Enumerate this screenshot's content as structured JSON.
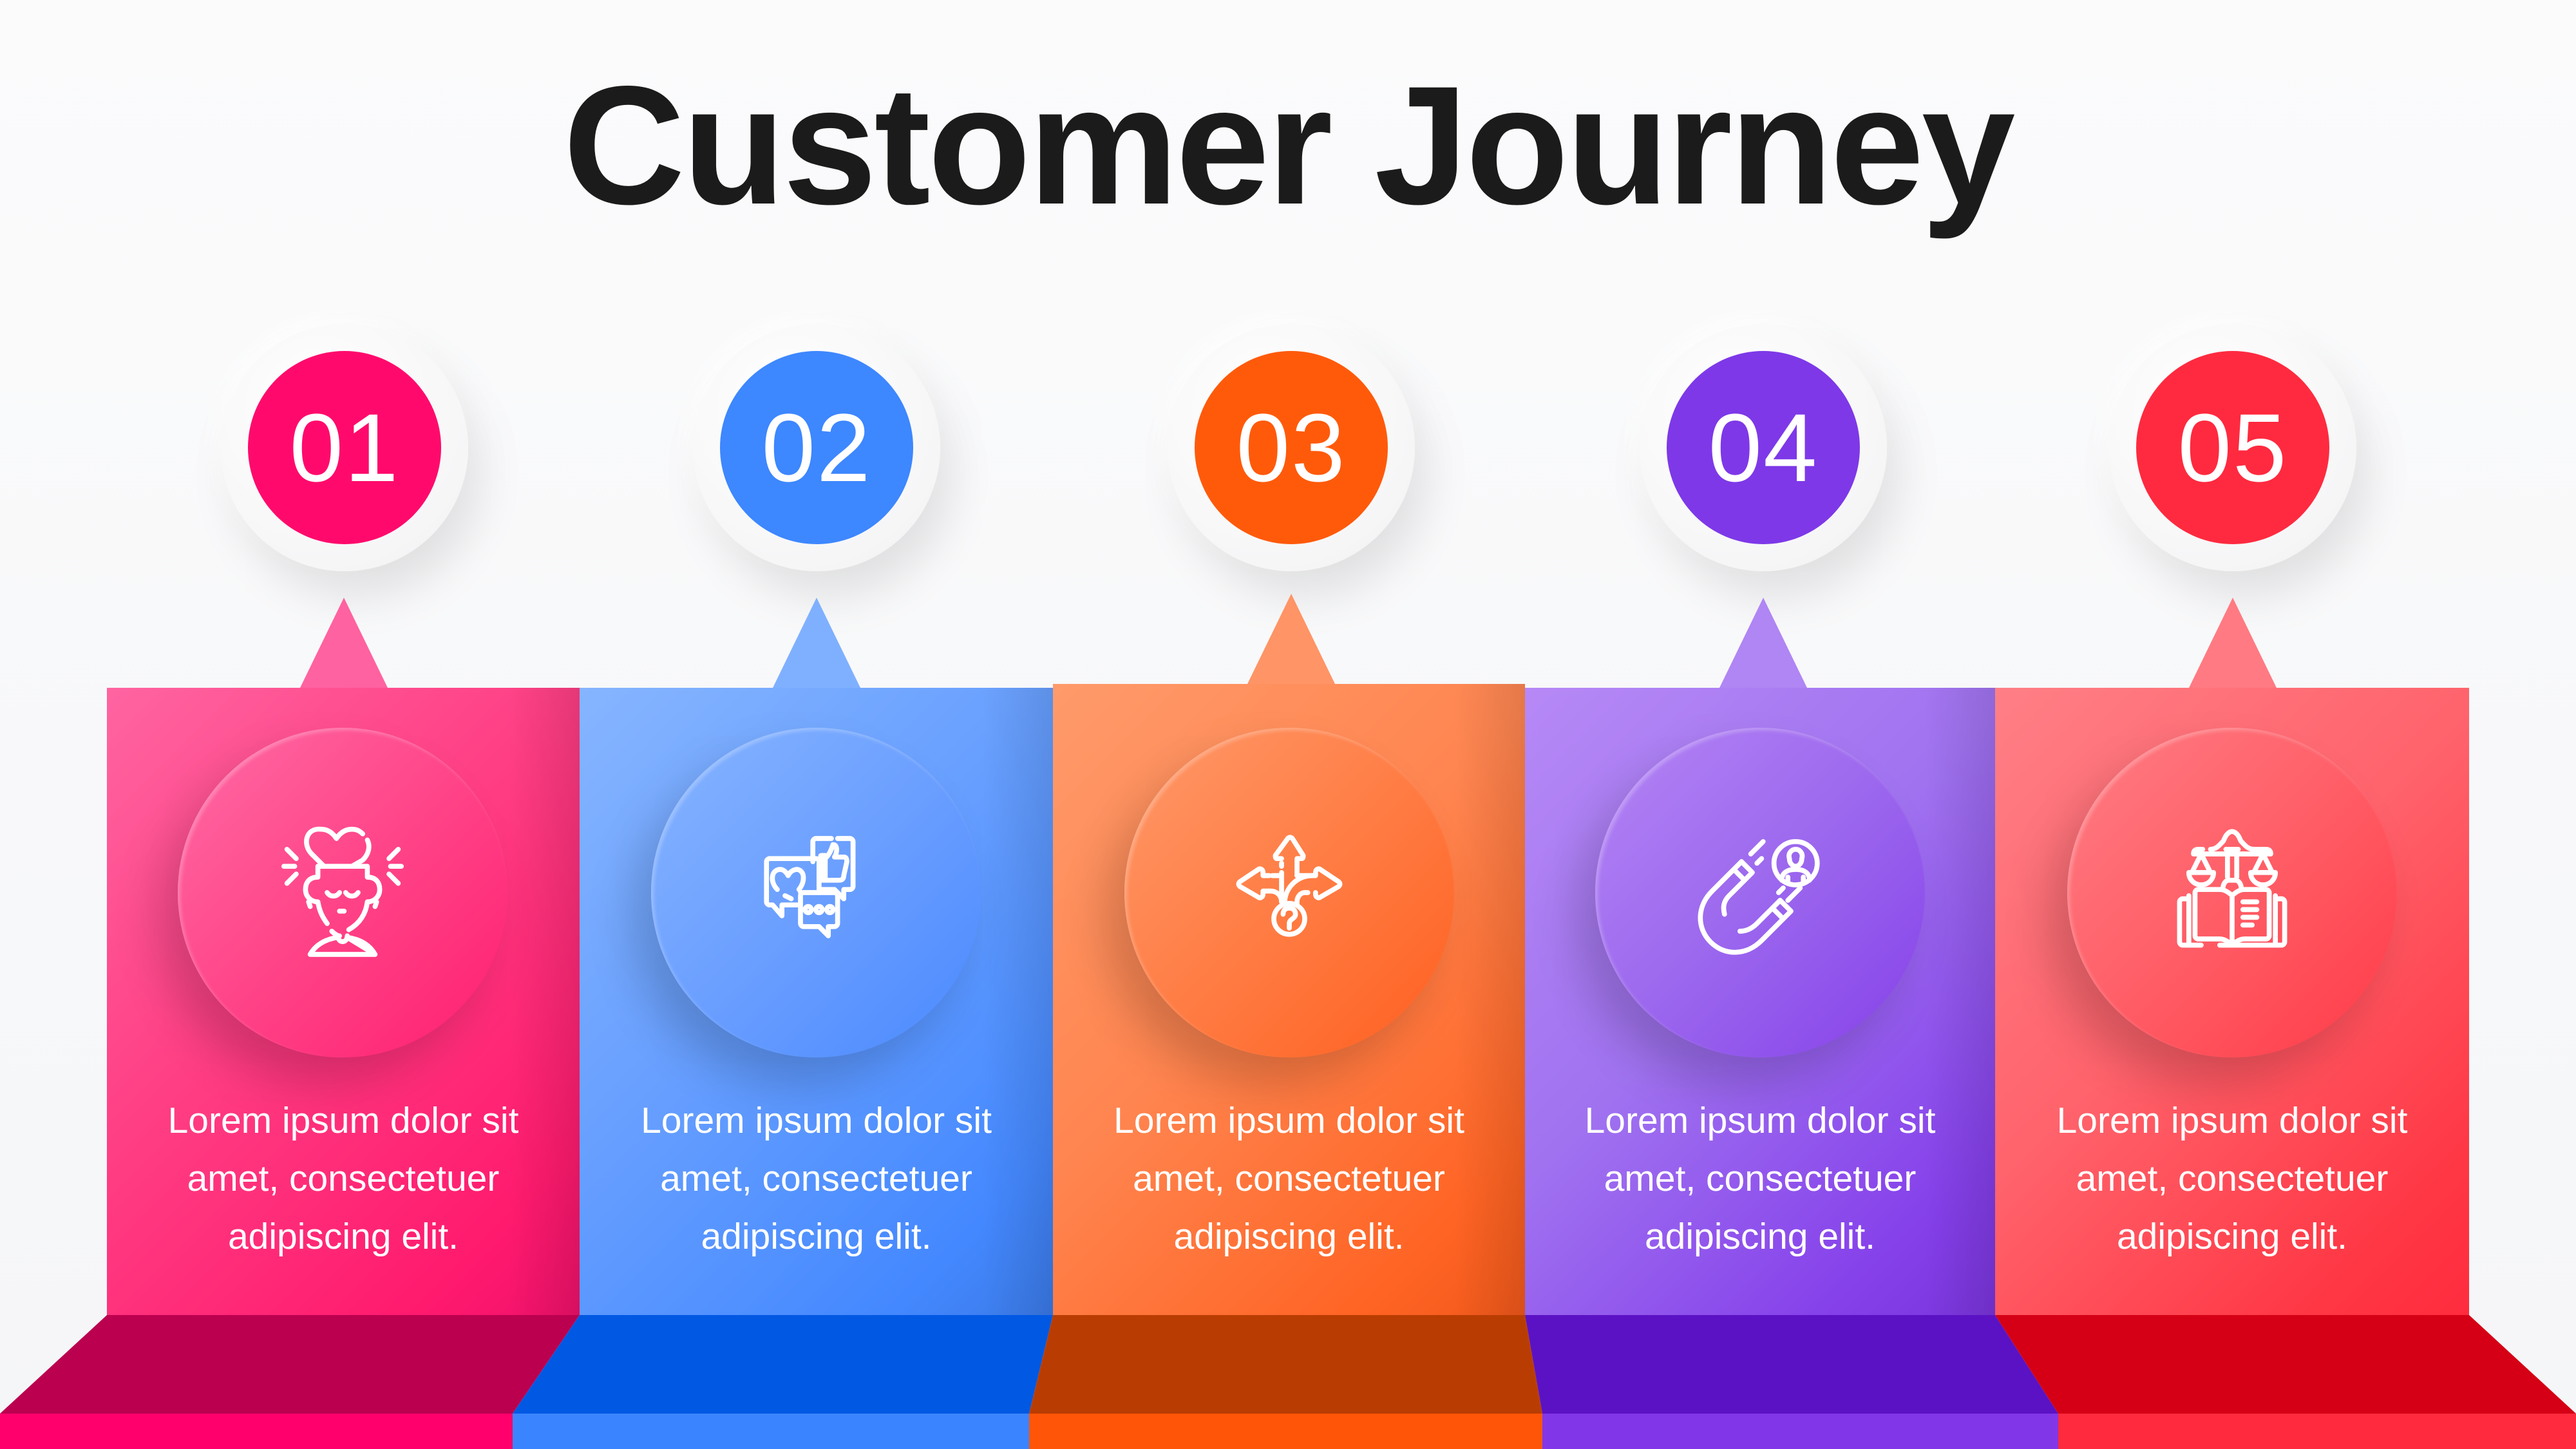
{
  "title": "Customer Journey",
  "steps": [
    {
      "number": "01",
      "icon": "open-mind-heart-icon",
      "text_lines": [
        "Lorem ipsum dolor sit",
        "amet, consectetuer",
        "adipiscing elit."
      ],
      "colors": {
        "badge": "#ff0a6c",
        "card_light": "#ff5fa0",
        "card_dark": "#ff1a6e",
        "floor": "#b8004b",
        "strip": "#ff006c"
      }
    },
    {
      "number": "02",
      "icon": "chat-feedback-icon",
      "text_lines": [
        "Lorem ipsum dolor sit",
        "amet, consectetuer",
        "adipiscing elit."
      ],
      "colors": {
        "badge": "#3d87ff",
        "card_light": "#80b1ff",
        "card_dark": "#3e84ff",
        "floor": "#0058e3",
        "strip": "#3a85ff"
      }
    },
    {
      "number": "03",
      "icon": "decision-arrows-icon",
      "text_lines": [
        "Lorem ipsum dolor sit",
        "amet, consectetuer",
        "adipiscing elit."
      ],
      "colors": {
        "badge": "#ff5a0a",
        "card_light": "#ff9766",
        "card_dark": "#ff5c1b",
        "floor": "#b93d03",
        "strip": "#ff5508"
      }
    },
    {
      "number": "04",
      "icon": "customer-magnet-icon",
      "text_lines": [
        "Lorem ipsum dolor sit",
        "amet, consectetuer",
        "adipiscing elit."
      ],
      "colors": {
        "badge": "#7e38e8",
        "card_light": "#b388f5",
        "card_dark": "#7f36e8",
        "floor": "#5b12c4",
        "strip": "#8137e8"
      }
    },
    {
      "number": "05",
      "icon": "law-book-scales-icon",
      "text_lines": [
        "Lorem ipsum dolor sit",
        "amet, consectetuer",
        "adipiscing elit."
      ],
      "colors": {
        "badge": "#ff2a3f",
        "card_light": "#ff7a82",
        "card_dark": "#ff2c40",
        "floor": "#d50015",
        "strip": "#ff2a3d"
      }
    }
  ]
}
